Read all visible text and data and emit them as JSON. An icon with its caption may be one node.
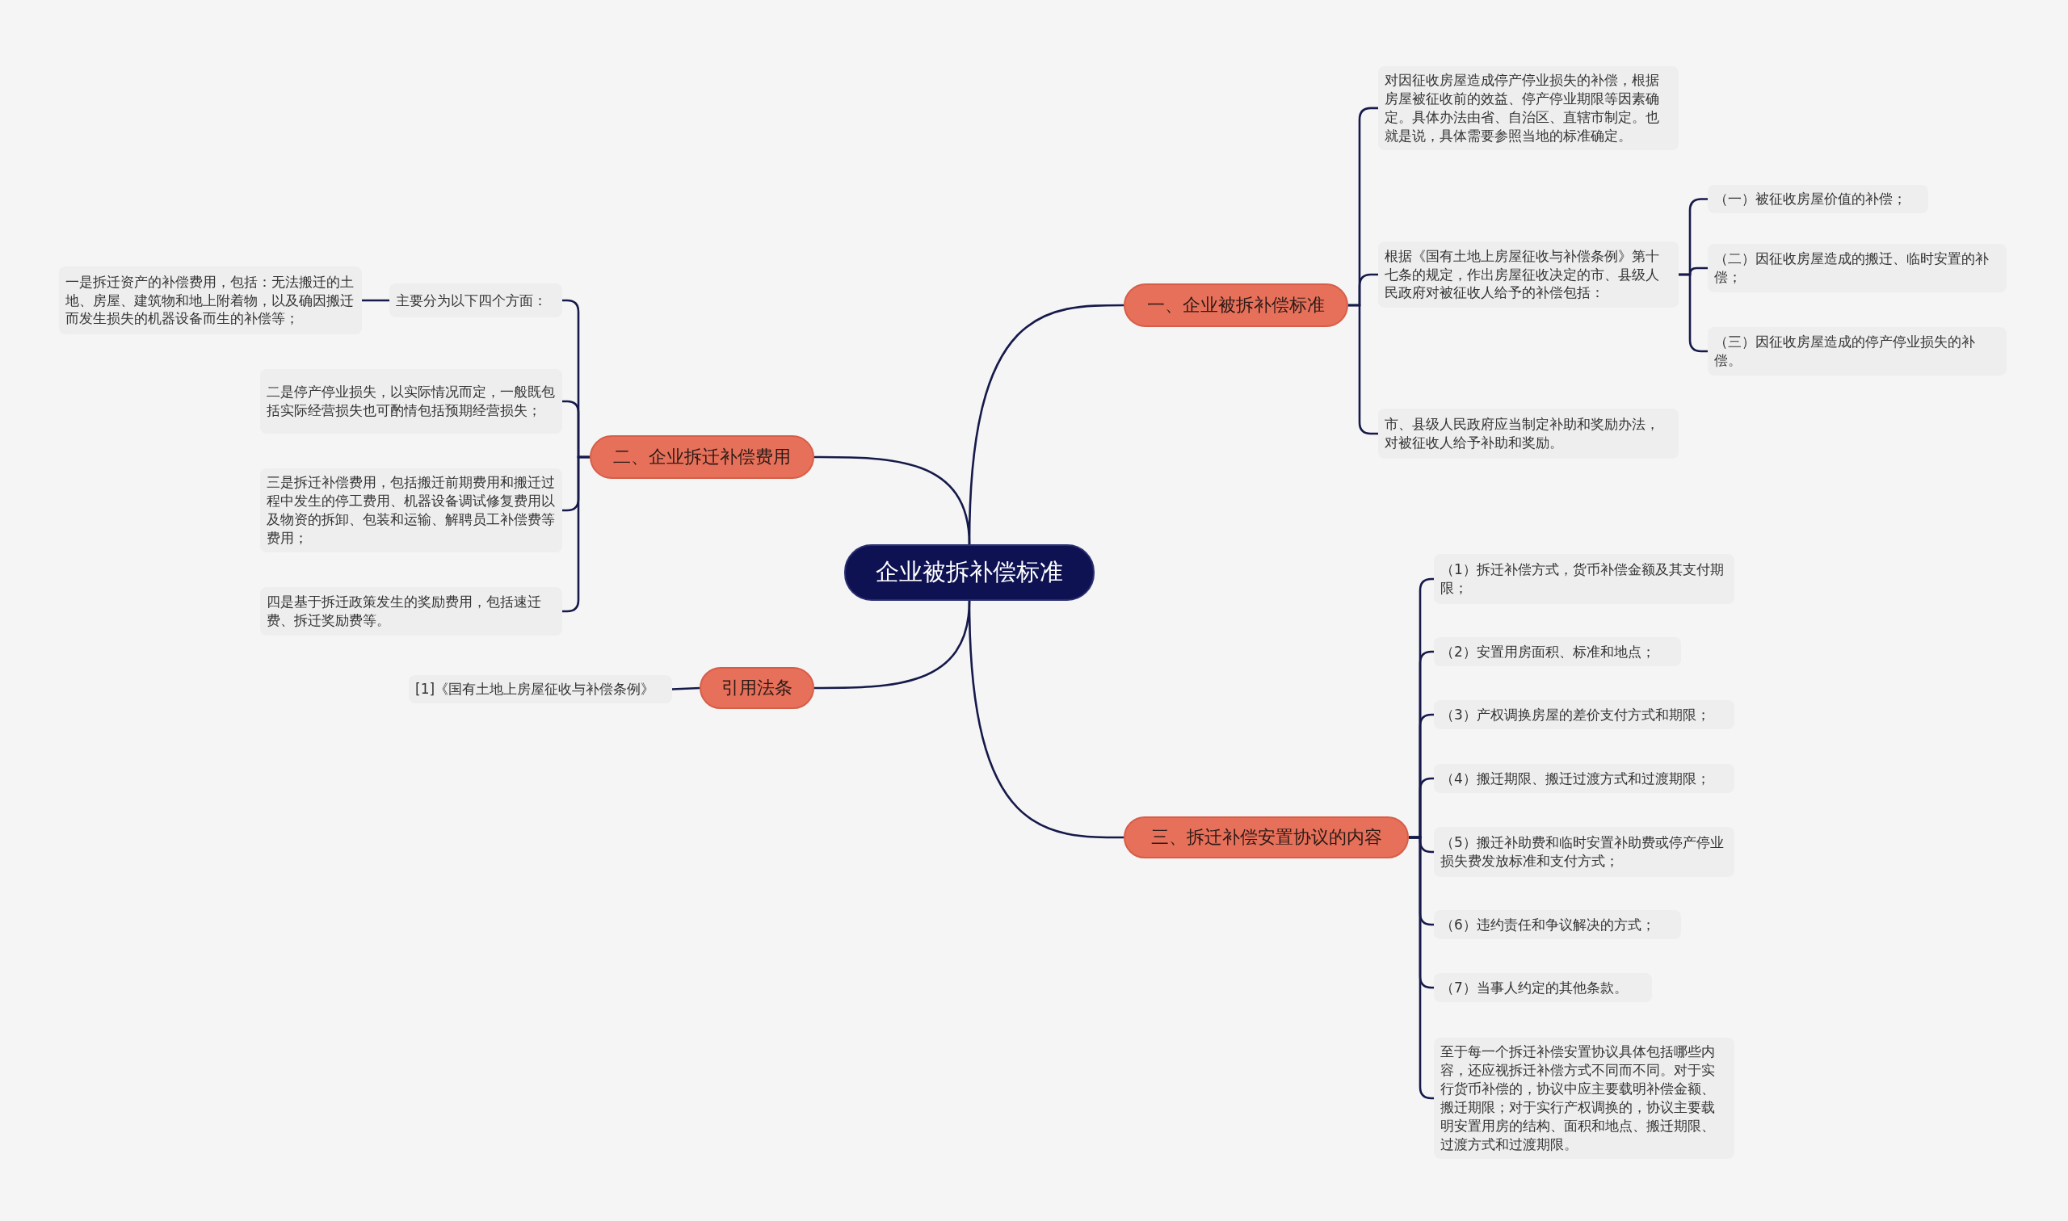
{
  "diagram": {
    "nodes": [
      {
        "text": [
          "企业被拆补偿标准"
        ]
      },
      {
        "text": [
          "一、企业被拆补偿标准"
        ]
      },
      {
        "text": [
          "二、企业拆迁补偿费用"
        ]
      },
      {
        "text": [
          "引用法条"
        ]
      },
      {
        "text": [
          "三、拆迁补偿安置协议的内容"
        ]
      },
      {
        "text": [
          "对因征收房屋造成停产停业损失的补偿，根据房屋被征收前的效益、停产停业期限等因素确定。具体办法由省、自治区、直辖市制定。也就是说，具体需要参照当地的标准确定。"
        ]
      },
      {
        "text": [
          "根据《国有土地上房屋征收与补偿条例》第十七条的规定，作出房屋征收决定的市、县级人民政府对被征收人给予的补偿包括："
        ]
      },
      {
        "text": [
          "（一）被征收房屋价值的补偿；"
        ]
      },
      {
        "text": [
          "（二）因征收房屋造成的搬迁、临时安置的补偿；"
        ]
      },
      {
        "text": [
          "（三）因征收房屋造成的停产停业损失的补偿。"
        ]
      },
      {
        "text": [
          "市、县级人民政府应当制定补助和奖励办法，对被征收人给予补助和奖励。"
        ]
      },
      {
        "text": [
          "主要分为以下四个方面："
        ]
      },
      {
        "text": [
          "一是拆迁资产的补偿费用，包括：无法搬迁的土地、房屋、建筑物和地上附着物，以及确因搬迁而发生损失的机器设备而生的补偿等；"
        ]
      },
      {
        "text": [
          "二是停产停业损失，以实际情况而定，一般既包括实际经营损失也可酌情包括预期经营损失；"
        ]
      },
      {
        "text": [
          "三是拆迁补偿费用，包括搬迁前期费用和搬迁过程中发生的停工费用、机器设备调试修复费用以及物资的拆卸、包装和运输、解聘员工补偿费等费用；"
        ]
      },
      {
        "text": [
          "四是基于拆迁政策发生的奖励费用，包括速迁费、拆迁奖励费等。"
        ]
      },
      {
        "text": [
          "[1]《国有土地上房屋征收与补偿条例》"
        ]
      },
      {
        "text": [
          "（1）拆迁补偿方式，货币补偿金额及其支付期限；"
        ]
      },
      {
        "text": [
          "（2）安置用房面积、标准和地点；"
        ]
      },
      {
        "text": [
          "（3）产权调换房屋的差价支付方式和期限；"
        ]
      },
      {
        "text": [
          "（4）搬迁期限、搬迁过渡方式和过渡期限；"
        ]
      },
      {
        "text": [
          "（5）搬迁补助费和临时安置补助费或停产停业损失费发放标准和支付方式；"
        ]
      },
      {
        "text": [
          "（6）违约责任和争议解决的方式；"
        ]
      },
      {
        "text": [
          "（7）当事人约定的其他条款。"
        ]
      },
      {
        "text": [
          "至于每一个拆迁补偿安置协议具体包括哪些内容，还应视拆迁补偿方式不同而不同。对于实行货币补偿的，协议中应主要载明补偿金额、搬迁期限；对于实行产权调换的，协议主要载明安置用房的结构、面积和地点、搬迁期限、过渡方式和过渡期限。"
        ]
      }
    ],
    "edges": [
      {
        "from": 0,
        "to": 1,
        "arrow": "none"
      },
      {
        "from": 0,
        "to": 2,
        "arrow": "none"
      },
      {
        "from": 0,
        "to": 3,
        "arrow": "none"
      },
      {
        "from": 0,
        "to": 4,
        "arrow": "none"
      },
      {
        "from": 1,
        "to": 5,
        "arrow": "none"
      },
      {
        "from": 1,
        "to": 6,
        "arrow": "none"
      },
      {
        "from": 6,
        "to": 7,
        "arrow": "none"
      },
      {
        "from": 6,
        "to": 8,
        "arrow": "none"
      },
      {
        "from": 6,
        "to": 9,
        "arrow": "none"
      },
      {
        "from": 1,
        "to": 10,
        "arrow": "none"
      },
      {
        "from": 2,
        "to": 11,
        "arrow": "none"
      },
      {
        "from": 11,
        "to": 12,
        "arrow": "none"
      },
      {
        "from": 2,
        "to": 13,
        "arrow": "none"
      },
      {
        "from": 2,
        "to": 14,
        "arrow": "none"
      },
      {
        "from": 2,
        "to": 15,
        "arrow": "none"
      },
      {
        "from": 3,
        "to": 16,
        "arrow": "none"
      },
      {
        "from": 4,
        "to": 17,
        "arrow": "none"
      },
      {
        "from": 4,
        "to": 18,
        "arrow": "none"
      },
      {
        "from": 4,
        "to": 19,
        "arrow": "none"
      },
      {
        "from": 4,
        "to": 20,
        "arrow": "none"
      },
      {
        "from": 4,
        "to": 21,
        "arrow": "none"
      },
      {
        "from": 4,
        "to": 22,
        "arrow": "none"
      },
      {
        "from": 4,
        "to": 23,
        "arrow": "none"
      },
      {
        "from": 4,
        "to": 24,
        "arrow": "none"
      }
    ]
  }
}
